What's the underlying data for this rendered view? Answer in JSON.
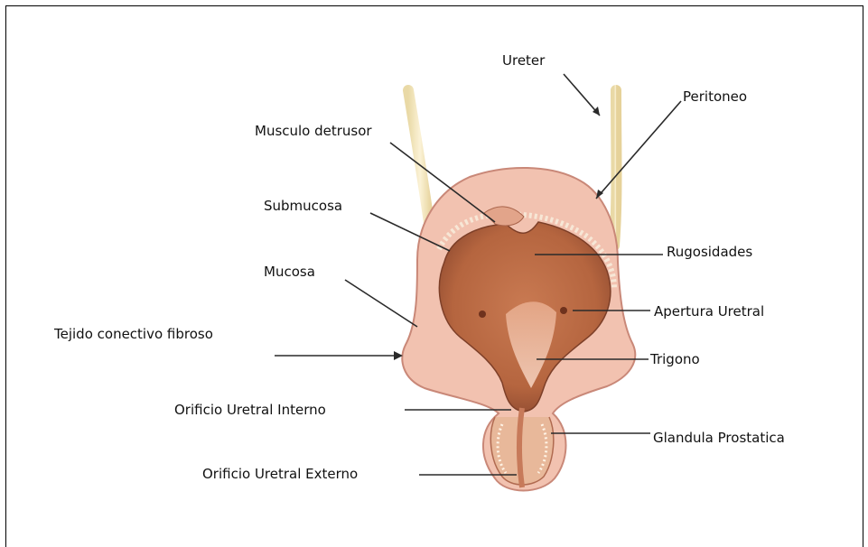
{
  "labels": {
    "ureter": "Ureter",
    "peritoneo": "Peritoneo",
    "musculo_detrusor": "Musculo detrusor",
    "submucosa": "Submucosa",
    "rugosidades": "Rugosidades",
    "mucosa": "Mucosa",
    "apertura_uretral": "Apertura Uretral",
    "tejido_conectivo": "Tejido conectivo fibroso",
    "trigono": "Trigono",
    "orificio_interno": "Orificio Uretral Interno",
    "glandula_prostatica": "Glandula Prostatica",
    "orificio_externo": "Orificio Uretral Externo"
  },
  "colors": {
    "outer_tissue": "#f2c2b0",
    "outer_edge": "#c98878",
    "inner_lumen": "#b86a45",
    "inner_dark": "#8e4a30",
    "ureter_tube": "#f0e3b8",
    "prostate": "#e8b89a",
    "leader_line": "#2a2a2a"
  }
}
